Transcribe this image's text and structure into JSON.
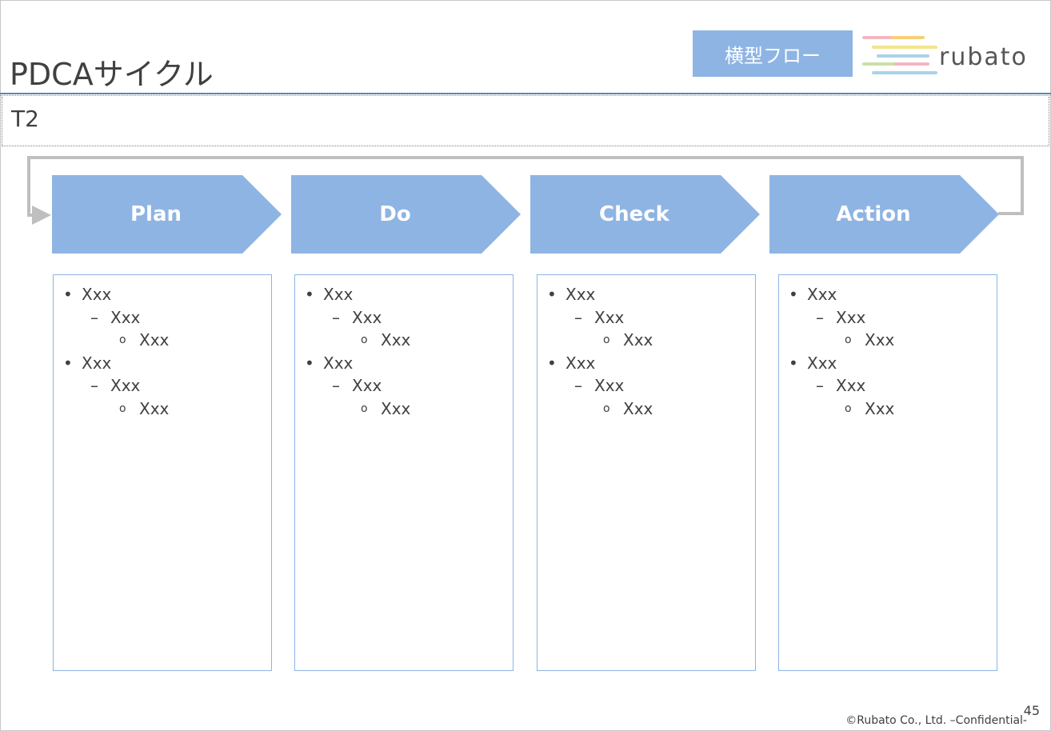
{
  "slide": {
    "title": "PDCAサイクル",
    "category_badge": "横型フロー",
    "subtitle": "T2",
    "page_number": "45",
    "copyright": "©Rubato Co., Ltd. –Confidential-"
  },
  "logo": {
    "text": "rubato",
    "stripe_colors": [
      "#f4b6c2",
      "#f6cf7a",
      "#f3e58a",
      "#a9d3e8",
      "#c9e0a7",
      "#f4b6c2",
      "#a9d3e8",
      "#b4d98a"
    ]
  },
  "colors": {
    "phase_fill": "#8eb4e3",
    "loop_arrow": "#bfbfbf",
    "card_border": "#8eb4e3",
    "title_rule": "#5b86b0"
  },
  "phases": [
    {
      "label": "Plan",
      "items": [
        {
          "level": 1,
          "marker": "•",
          "text": "Xxx"
        },
        {
          "level": 2,
          "marker": "–",
          "text": "Xxx"
        },
        {
          "level": 3,
          "marker": "o",
          "text": "Xxx"
        },
        {
          "level": 1,
          "marker": "•",
          "text": "Xxx"
        },
        {
          "level": 2,
          "marker": "–",
          "text": "Xxx"
        },
        {
          "level": 3,
          "marker": "o",
          "text": "Xxx"
        }
      ]
    },
    {
      "label": "Do",
      "items": [
        {
          "level": 1,
          "marker": "•",
          "text": "Xxx"
        },
        {
          "level": 2,
          "marker": "–",
          "text": "Xxx"
        },
        {
          "level": 3,
          "marker": "o",
          "text": "Xxx"
        },
        {
          "level": 1,
          "marker": "•",
          "text": "Xxx"
        },
        {
          "level": 2,
          "marker": "–",
          "text": "Xxx"
        },
        {
          "level": 3,
          "marker": "o",
          "text": "Xxx"
        }
      ]
    },
    {
      "label": "Check",
      "items": [
        {
          "level": 1,
          "marker": "•",
          "text": "Xxx"
        },
        {
          "level": 2,
          "marker": "–",
          "text": "Xxx"
        },
        {
          "level": 3,
          "marker": "o",
          "text": "Xxx"
        },
        {
          "level": 1,
          "marker": "•",
          "text": "Xxx"
        },
        {
          "level": 2,
          "marker": "–",
          "text": "Xxx"
        },
        {
          "level": 3,
          "marker": "o",
          "text": "Xxx"
        }
      ]
    },
    {
      "label": "Action",
      "items": [
        {
          "level": 1,
          "marker": "•",
          "text": "Xxx"
        },
        {
          "level": 2,
          "marker": "–",
          "text": "Xxx"
        },
        {
          "level": 3,
          "marker": "o",
          "text": "Xxx"
        },
        {
          "level": 1,
          "marker": "•",
          "text": "Xxx"
        },
        {
          "level": 2,
          "marker": "–",
          "text": "Xxx"
        },
        {
          "level": 3,
          "marker": "o",
          "text": "Xxx"
        }
      ]
    }
  ]
}
